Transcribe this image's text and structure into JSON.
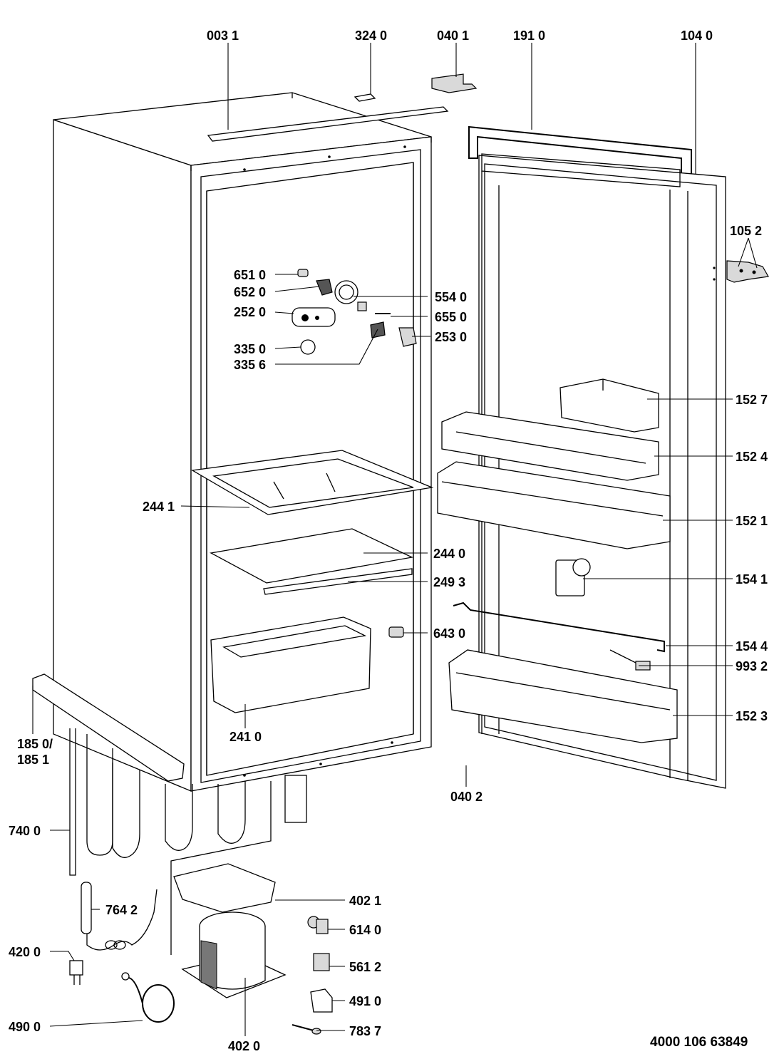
{
  "labels": {
    "l0031": "003 1",
    "l3240": "324 0",
    "l0401": "040 1",
    "l1910": "191 0",
    "l1040": "104 0",
    "l1052": "105 2",
    "l6510": "651 0",
    "l6520": "652 0",
    "l5540": "554 0",
    "l2520": "252 0",
    "l6550": "655 0",
    "l2530": "253 0",
    "l3350": "335 0",
    "l3356": "335 6",
    "l1527": "152 7",
    "l1524": "152 4",
    "l2441": "244 1",
    "l1521": "152 1",
    "l2440": "244 0",
    "l2493": "249 3",
    "l1541": "154 1",
    "l6430": "643 0",
    "l1544": "154 4",
    "l9932": "993 2",
    "l1850": "185 0/",
    "l1851": "185 1",
    "l2410": "241 0",
    "l1523": "152 3",
    "l0402": "040 2",
    "l7400": "740 0",
    "l4021": "402 1",
    "l7642": "764 2",
    "l6140": "614 0",
    "l4200": "420 0",
    "l5612": "561 2",
    "l4910": "491 0",
    "l4900": "490 0",
    "l7837": "783 7",
    "l4020": "402 0"
  },
  "document_code": "4000 106 63849"
}
